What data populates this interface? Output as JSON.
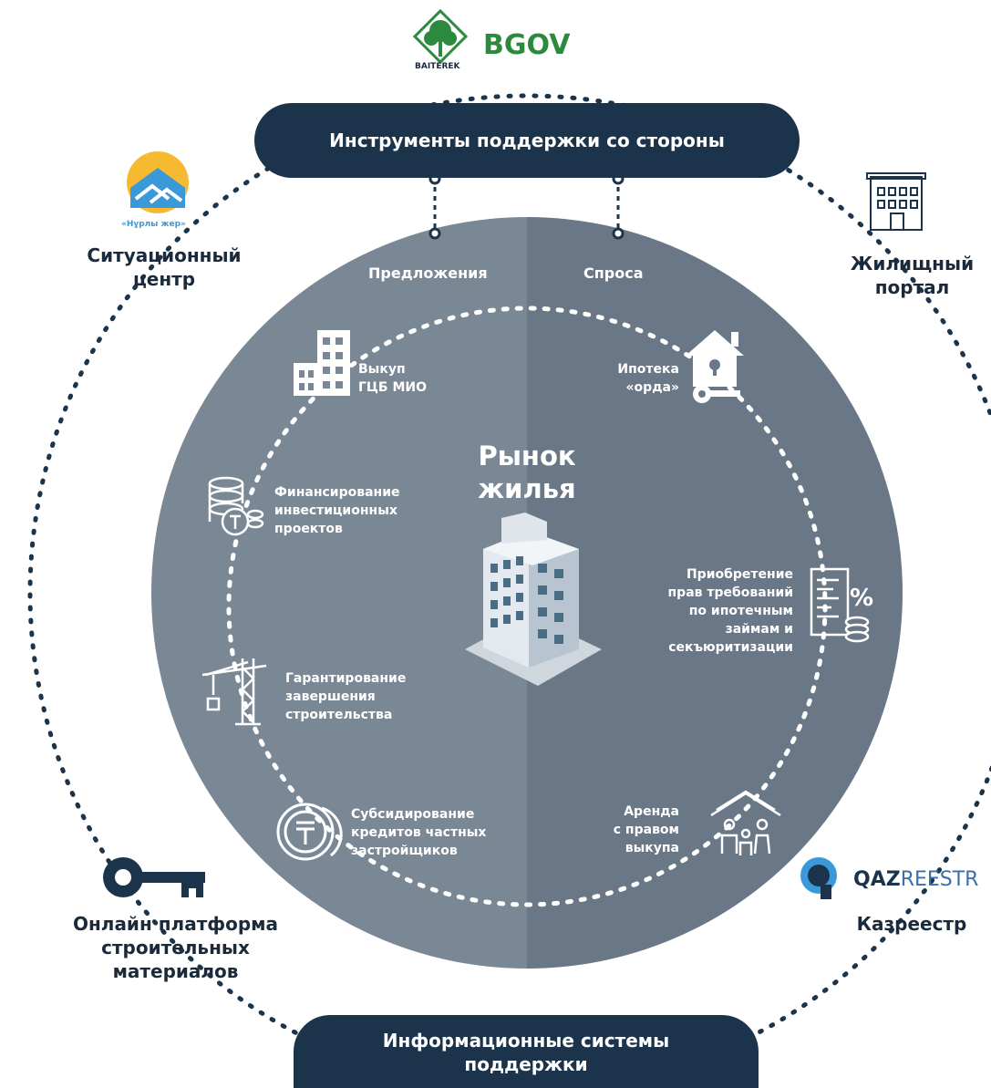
{
  "logo": {
    "brand": "BGOV",
    "sub": "BAITEREK"
  },
  "top_pill": "Инструменты поддержки со стороны",
  "bottom_pill": {
    "line1": "Информационные системы",
    "line2": "поддержки"
  },
  "columns": {
    "supply": "Предложения",
    "demand": "Спроса"
  },
  "center": {
    "line1": "Рынок",
    "line2": "жилья"
  },
  "supply_items": [
    {
      "lines": [
        "Выкуп",
        "ГЦБ МИО"
      ]
    },
    {
      "lines": [
        "Финансирование",
        "инвестиционных",
        "проектов"
      ]
    },
    {
      "lines": [
        "Гарантирование",
        "завершения",
        "строительства"
      ]
    },
    {
      "lines": [
        "Субсидирование",
        "кредитов частных",
        "застройщиков"
      ]
    }
  ],
  "demand_items": [
    {
      "lines": [
        "Ипотека",
        "«орда»"
      ]
    },
    {
      "lines": [
        "Приобретение",
        "прав требований",
        "по ипотечным",
        "займам и",
        "секъюритизации"
      ]
    },
    {
      "lines": [
        "Аренда",
        "с правом",
        "выкупа"
      ]
    }
  ],
  "outer": {
    "situation_center": {
      "line1": "Ситуационный",
      "line2": "центр",
      "logo_caption": "«Нұрлы жер»"
    },
    "housing_portal": {
      "line1": "Жилищный",
      "line2": "портал"
    },
    "kazreestr": {
      "label": "Казреестр",
      "logo_bold": "QAZ",
      "logo_light": "REESTR"
    },
    "online_platform": {
      "line1": "Онлайн платформа",
      "line2": "строительных",
      "line3": "материалов"
    }
  },
  "colors": {
    "navy": "#1b344c",
    "circle_left": "#7a8896",
    "circle_right": "#6a7786",
    "green": "#2b8a3e",
    "sky": "#3a9ad9",
    "sun": "#f5b21b"
  },
  "icons": [
    "building-icon",
    "coins-icon",
    "crane-icon",
    "tenge-coin-icon",
    "house-key-icon",
    "document-percent-icon",
    "family-house-icon",
    "key-house-icon",
    "office-building-icon",
    "qazreestr-logo",
    "nurly-zher-logo",
    "baiterek-logo"
  ]
}
